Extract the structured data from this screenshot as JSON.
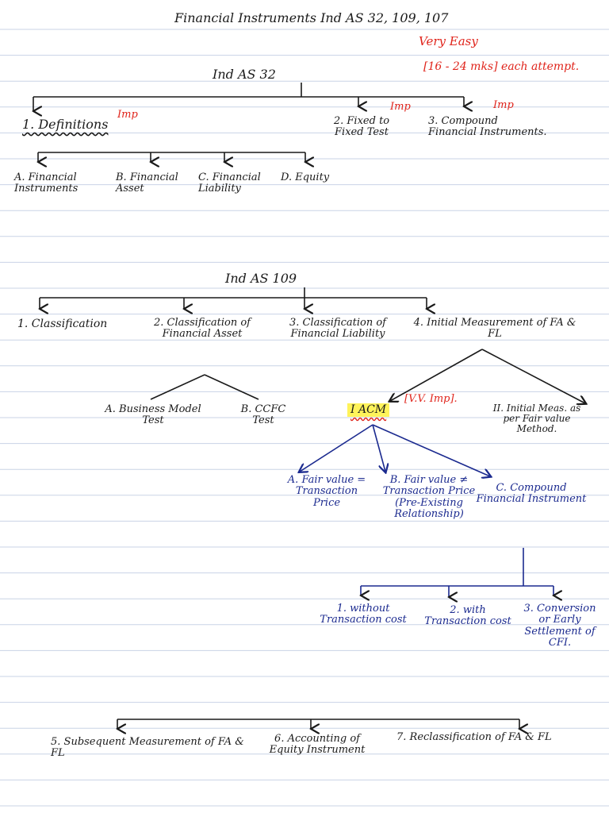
{
  "title": "Financial Instruments Ind AS 32, 109, 107",
  "note": {
    "difficulty": "Very Easy",
    "marks": "[16 - 24 mks] each attempt."
  },
  "ind_as_32": {
    "heading": "Ind AS 32",
    "branches": [
      {
        "label": "1. Definitions",
        "tag": "Imp"
      },
      {
        "label": "2. Fixed to Fixed Test",
        "tag": "Imp"
      },
      {
        "label": "3. Compound Financial Instruments.",
        "tag": "Imp"
      }
    ],
    "definitions": [
      "A. Financial Instruments",
      "B. Financial Asset",
      "C. Financial Liability",
      "D. Equity"
    ]
  },
  "ind_as_109": {
    "heading": "Ind AS 109",
    "branches": [
      "1. Classification",
      "2. Classification of Financial Asset",
      "3. Classification of Financial Liability",
      "4. Initial Measurement of FA & FL"
    ],
    "fa_tests": [
      "A. Business Model Test",
      "B. CCFC Test"
    ],
    "initial": {
      "acm": "I ACM",
      "acm_tag": "[V.V. Imp].",
      "fair": "II. Initial Meas. as per Fair value Method."
    },
    "acm_cases": [
      "A. Fair value = Transaction Price",
      "B. Fair value ≠ Transaction Price (Pre-Existing Relationship)",
      "C. Compound Financial Instrument"
    ],
    "cfi_cases": [
      "1. without Transaction cost",
      "2. with Transaction cost",
      "3. Conversion or Early Settlement of CFI."
    ],
    "more": [
      "5. Subsequent Measurement of FA & FL",
      "6. Accounting of Equity Instrument",
      "7. Reclassification of FA & FL"
    ]
  }
}
